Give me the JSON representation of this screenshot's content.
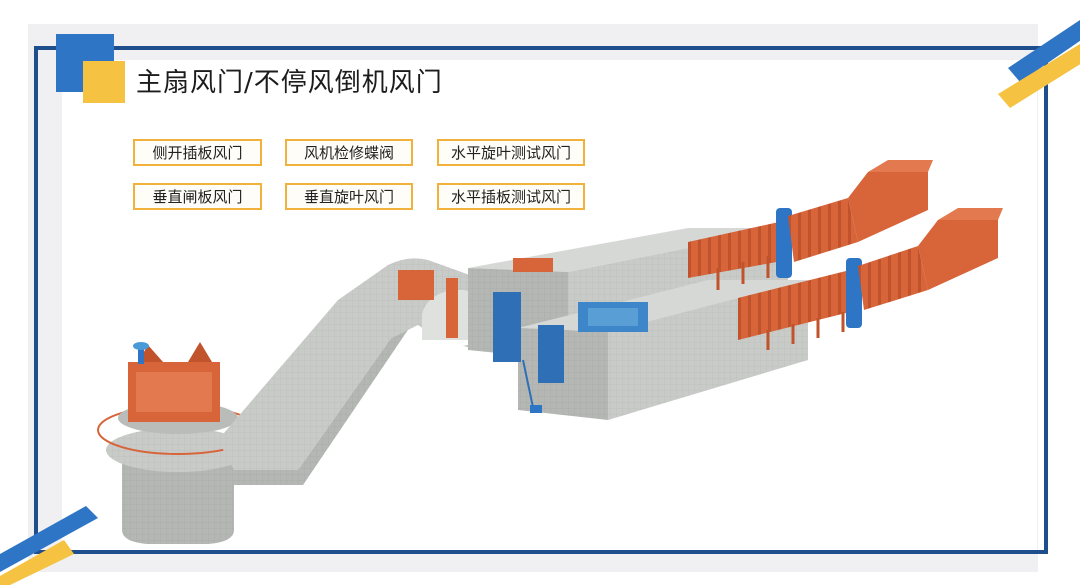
{
  "slide": {
    "title": "主扇风门/不停风倒机风门",
    "tags": [
      "侧开插板风门",
      "风机检修蝶阀",
      "水平旋叶测试风门",
      "垂直闸板风门",
      "垂直旋叶风门",
      "水平插板测试风门"
    ]
  },
  "colors": {
    "frame_blue": "#1e4f8c",
    "accent_blue": "#2f75c6",
    "accent_yellow": "#f5c242",
    "tag_border": "#f0b23a",
    "duct_gray": "#c9ccc9",
    "fan_orange": "#d8643a"
  }
}
